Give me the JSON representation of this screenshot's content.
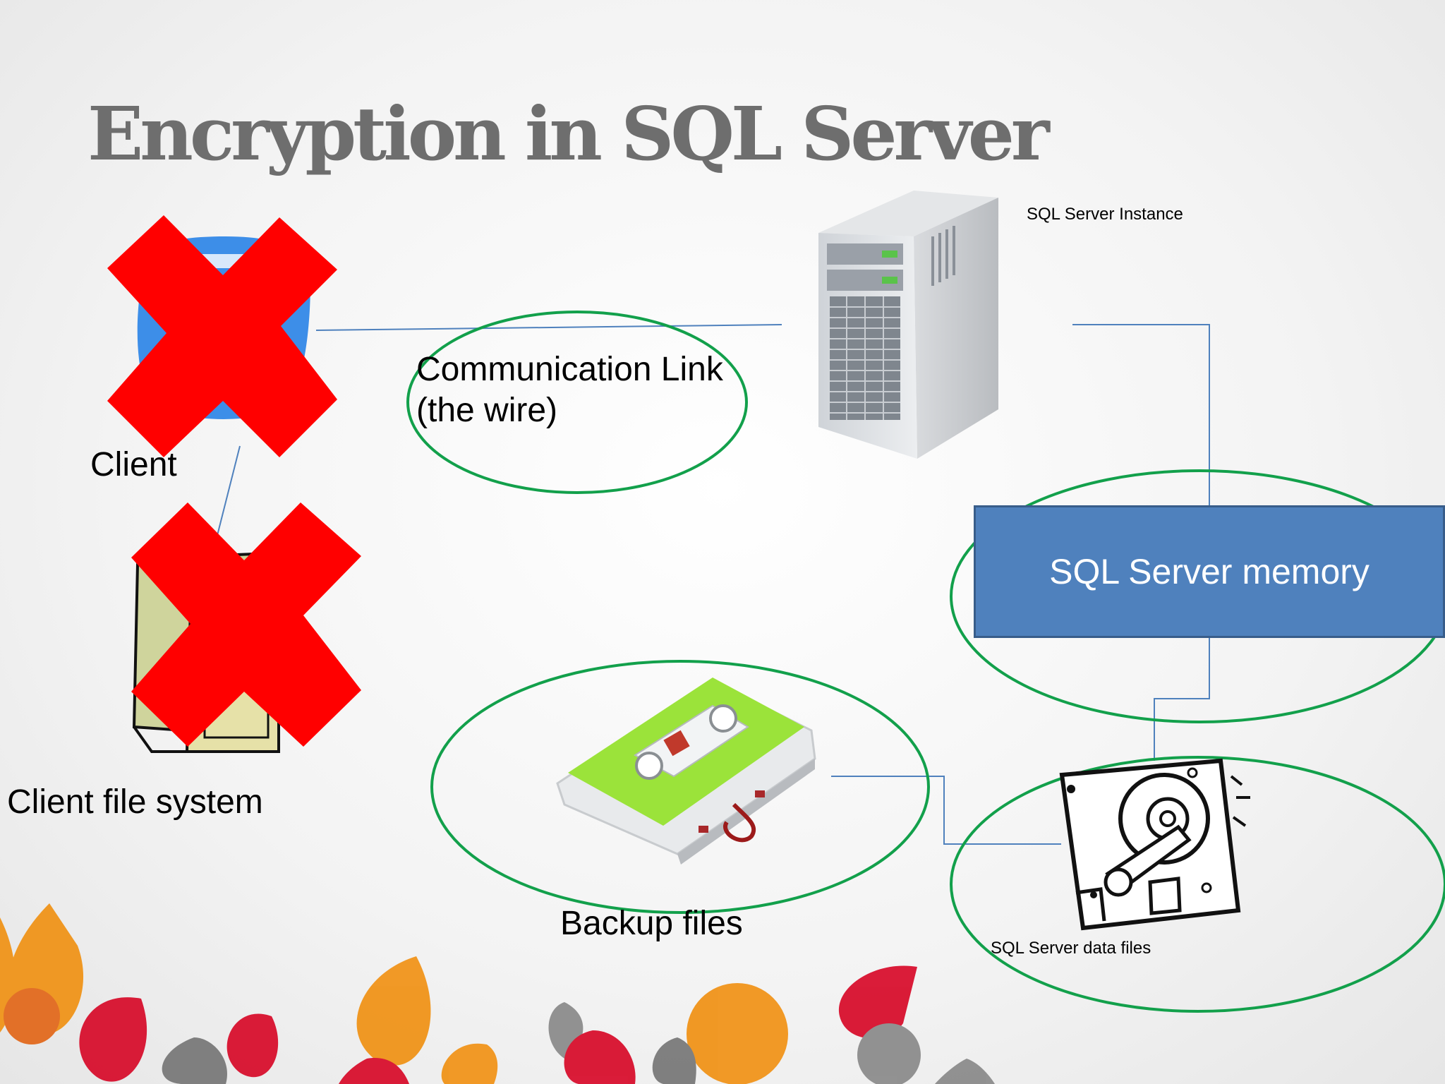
{
  "slide": {
    "title": "Encryption in SQL Server"
  },
  "labels": {
    "client": "Client",
    "client_file_system": "Client file system",
    "communication_link": "Communication Link",
    "communication_link_sub": "(the wire)",
    "sql_server_instance": "SQL Server Instance",
    "sql_server_memory": "SQL Server memory",
    "backup_files": "Backup files",
    "sql_server_data_files": "SQL Server data files"
  },
  "icons": {
    "client": "client-computer-icon",
    "client_file_system": "folder-icon",
    "server": "server-tower-icon",
    "backup": "cassette-tape-icon",
    "data_files": "hard-disk-icon",
    "not_encrypted_marker": "red-x-icon",
    "encrypted_marker": "green-ellipse-highlight"
  },
  "colors": {
    "title": "#6e6e6e",
    "memory_box": "#4f81bd",
    "connector_line": "#4f81bd",
    "highlight_ellipse": "#12a04b",
    "cross_mark": "#ff0000",
    "decor_orange": "#f0941a",
    "decor_red": "#d8102e",
    "decor_grey": "#8c8c8c"
  }
}
